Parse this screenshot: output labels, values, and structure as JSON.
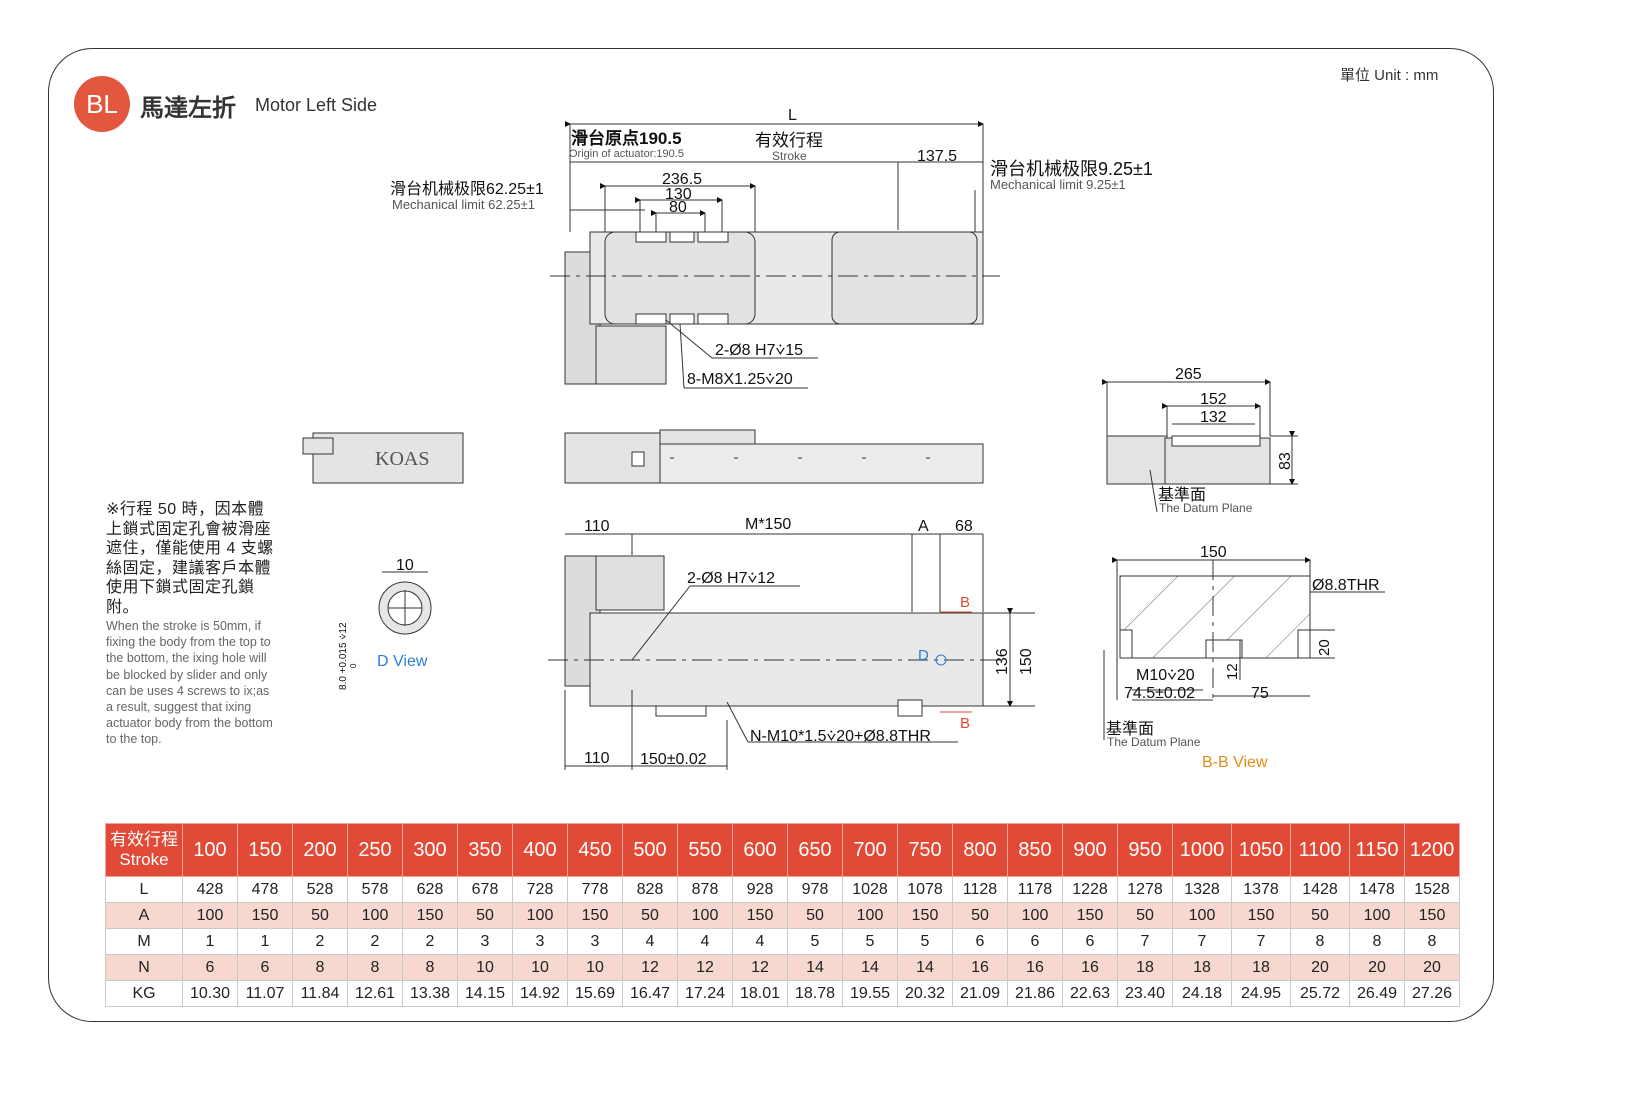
{
  "header": {
    "badge": "BL",
    "title_zh": "馬達左折",
    "title_en": "Motor Left Side",
    "unit": "單位 Unit : mm"
  },
  "top_view": {
    "L": "L",
    "origin_zh": "滑台原点190.5",
    "origin_en": "Origin of actuator:190.5",
    "stroke_zh": "有效行程",
    "stroke_en": "Stroke",
    "dim_137": "137.5",
    "mech_right_zh": "滑台机械极限9.25±1",
    "mech_right_en": "Mechanical limit 9.25±1",
    "mech_left_zh": "滑台机械极限62.25±1",
    "mech_left_en": "Mechanical limit 62.25±1",
    "dim_236": "236.5",
    "dim_130": "130",
    "dim_80": "80",
    "hole1": "2-Ø8 H7⩒15",
    "hole2": "8-M8X1.25⩒20"
  },
  "side_view": {
    "logo": "KOAS"
  },
  "end_view": {
    "w265": "265",
    "w152": "152",
    "w132": "132",
    "h83": "83",
    "datum_zh": "基準面",
    "datum_en": "The Datum Plane"
  },
  "bottom_view": {
    "d110a": "110",
    "m150": "M*150",
    "a": "A",
    "d68": "68",
    "hole": "2-Ø8 H7⩒12",
    "b": "B",
    "d": "D",
    "h136": "136",
    "h150": "150",
    "holes_n": "N-M10*1.5⩒20+Ø8.8THR",
    "d110b": "110",
    "d150": "150±0.02"
  },
  "d_view": {
    "dim10": "10",
    "tol": "8.0 +0.015 ⩒12",
    "tol_lower": "0",
    "label": "D View"
  },
  "bb_view": {
    "w150": "150",
    "thr": "Ø8.8THR",
    "m10": "M10⩒20",
    "d74": "74.5±0.02",
    "d75": "75",
    "d12": "12",
    "d20": "20",
    "datum_zh": "基準面",
    "datum_en": "The Datum Plane",
    "label": "B-B View"
  },
  "note": {
    "zh": "※行程 50 時，因本體上鎖式固定孔會被滑座遮住，僅能使用 4 支螺絲固定，建議客戶本體使用下鎖式固定孔鎖附。",
    "en": "When the stroke is 50mm, if fixing the body from the top to the bottom, the ixing hole will be blocked by slider and only can be uses 4 screws to ix;as a result, suggest that ixing actuator body from the bottom to the top."
  },
  "table": {
    "header_zh": "有效行程",
    "header_en": "Stroke",
    "strokes": [
      "100",
      "150",
      "200",
      "250",
      "300",
      "350",
      "400",
      "450",
      "500",
      "550",
      "600",
      "650",
      "700",
      "750",
      "800",
      "850",
      "900",
      "950",
      "1000",
      "1050",
      "1100",
      "1150",
      "1200"
    ],
    "rows": [
      {
        "label": "L",
        "values": [
          "428",
          "478",
          "528",
          "578",
          "628",
          "678",
          "728",
          "778",
          "828",
          "878",
          "928",
          "978",
          "1028",
          "1078",
          "1128",
          "1178",
          "1228",
          "1278",
          "1328",
          "1378",
          "1428",
          "1478",
          "1528"
        ]
      },
      {
        "label": "A",
        "values": [
          "100",
          "150",
          "50",
          "100",
          "150",
          "50",
          "100",
          "150",
          "50",
          "100",
          "150",
          "50",
          "100",
          "150",
          "50",
          "100",
          "150",
          "50",
          "100",
          "150",
          "50",
          "100",
          "150"
        ]
      },
      {
        "label": "M",
        "values": [
          "1",
          "1",
          "2",
          "2",
          "2",
          "3",
          "3",
          "3",
          "4",
          "4",
          "4",
          "5",
          "5",
          "5",
          "6",
          "6",
          "6",
          "7",
          "7",
          "7",
          "8",
          "8",
          "8"
        ]
      },
      {
        "label": "N",
        "values": [
          "6",
          "6",
          "8",
          "8",
          "8",
          "10",
          "10",
          "10",
          "12",
          "12",
          "12",
          "14",
          "14",
          "14",
          "16",
          "16",
          "16",
          "18",
          "18",
          "18",
          "20",
          "20",
          "20"
        ]
      },
      {
        "label": "KG",
        "values": [
          "10.30",
          "11.07",
          "11.84",
          "12.61",
          "13.38",
          "14.15",
          "14.92",
          "15.69",
          "16.47",
          "17.24",
          "18.01",
          "18.78",
          "19.55",
          "20.32",
          "21.09",
          "21.86",
          "22.63",
          "23.40",
          "24.18",
          "24.95",
          "25.72",
          "26.49",
          "27.26"
        ]
      }
    ]
  },
  "colors": {
    "accent": "#e04a36",
    "badge": "#e4573f",
    "alt_row": "#f6d8d1",
    "bb_label": "#e88a1a",
    "d_label": "#2a7fd4"
  }
}
